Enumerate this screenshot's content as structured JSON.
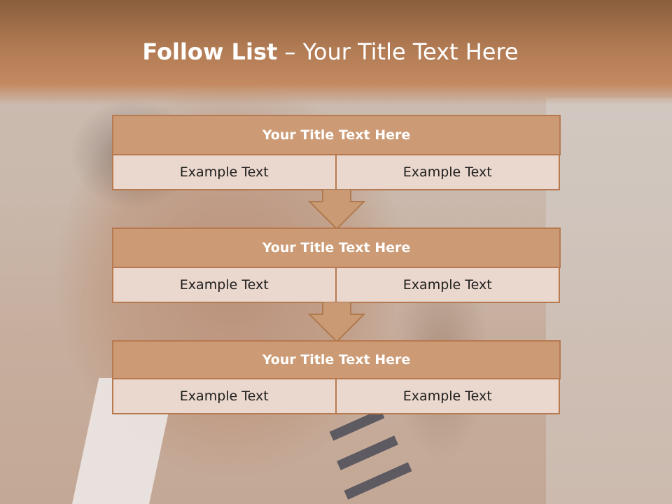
{
  "slide": {
    "title_bold": "Follow List",
    "title_rest": " – Your Title Text Here"
  },
  "steps": [
    {
      "title": "Your Title Text Here",
      "left": "Example Text",
      "right": "Example Text"
    },
    {
      "title": "Your Title Text Here",
      "left": "Example Text",
      "right": "Example Text"
    },
    {
      "title": "Your Title Text Here",
      "left": "Example Text",
      "right": "Example Text"
    }
  ],
  "colors": {
    "header_band": "#b07a53",
    "box_title_fill": "#cc9a75",
    "box_border": "#b77a50",
    "cell_fill": "#ead7cd",
    "arrow_fill": "#c99a74"
  }
}
